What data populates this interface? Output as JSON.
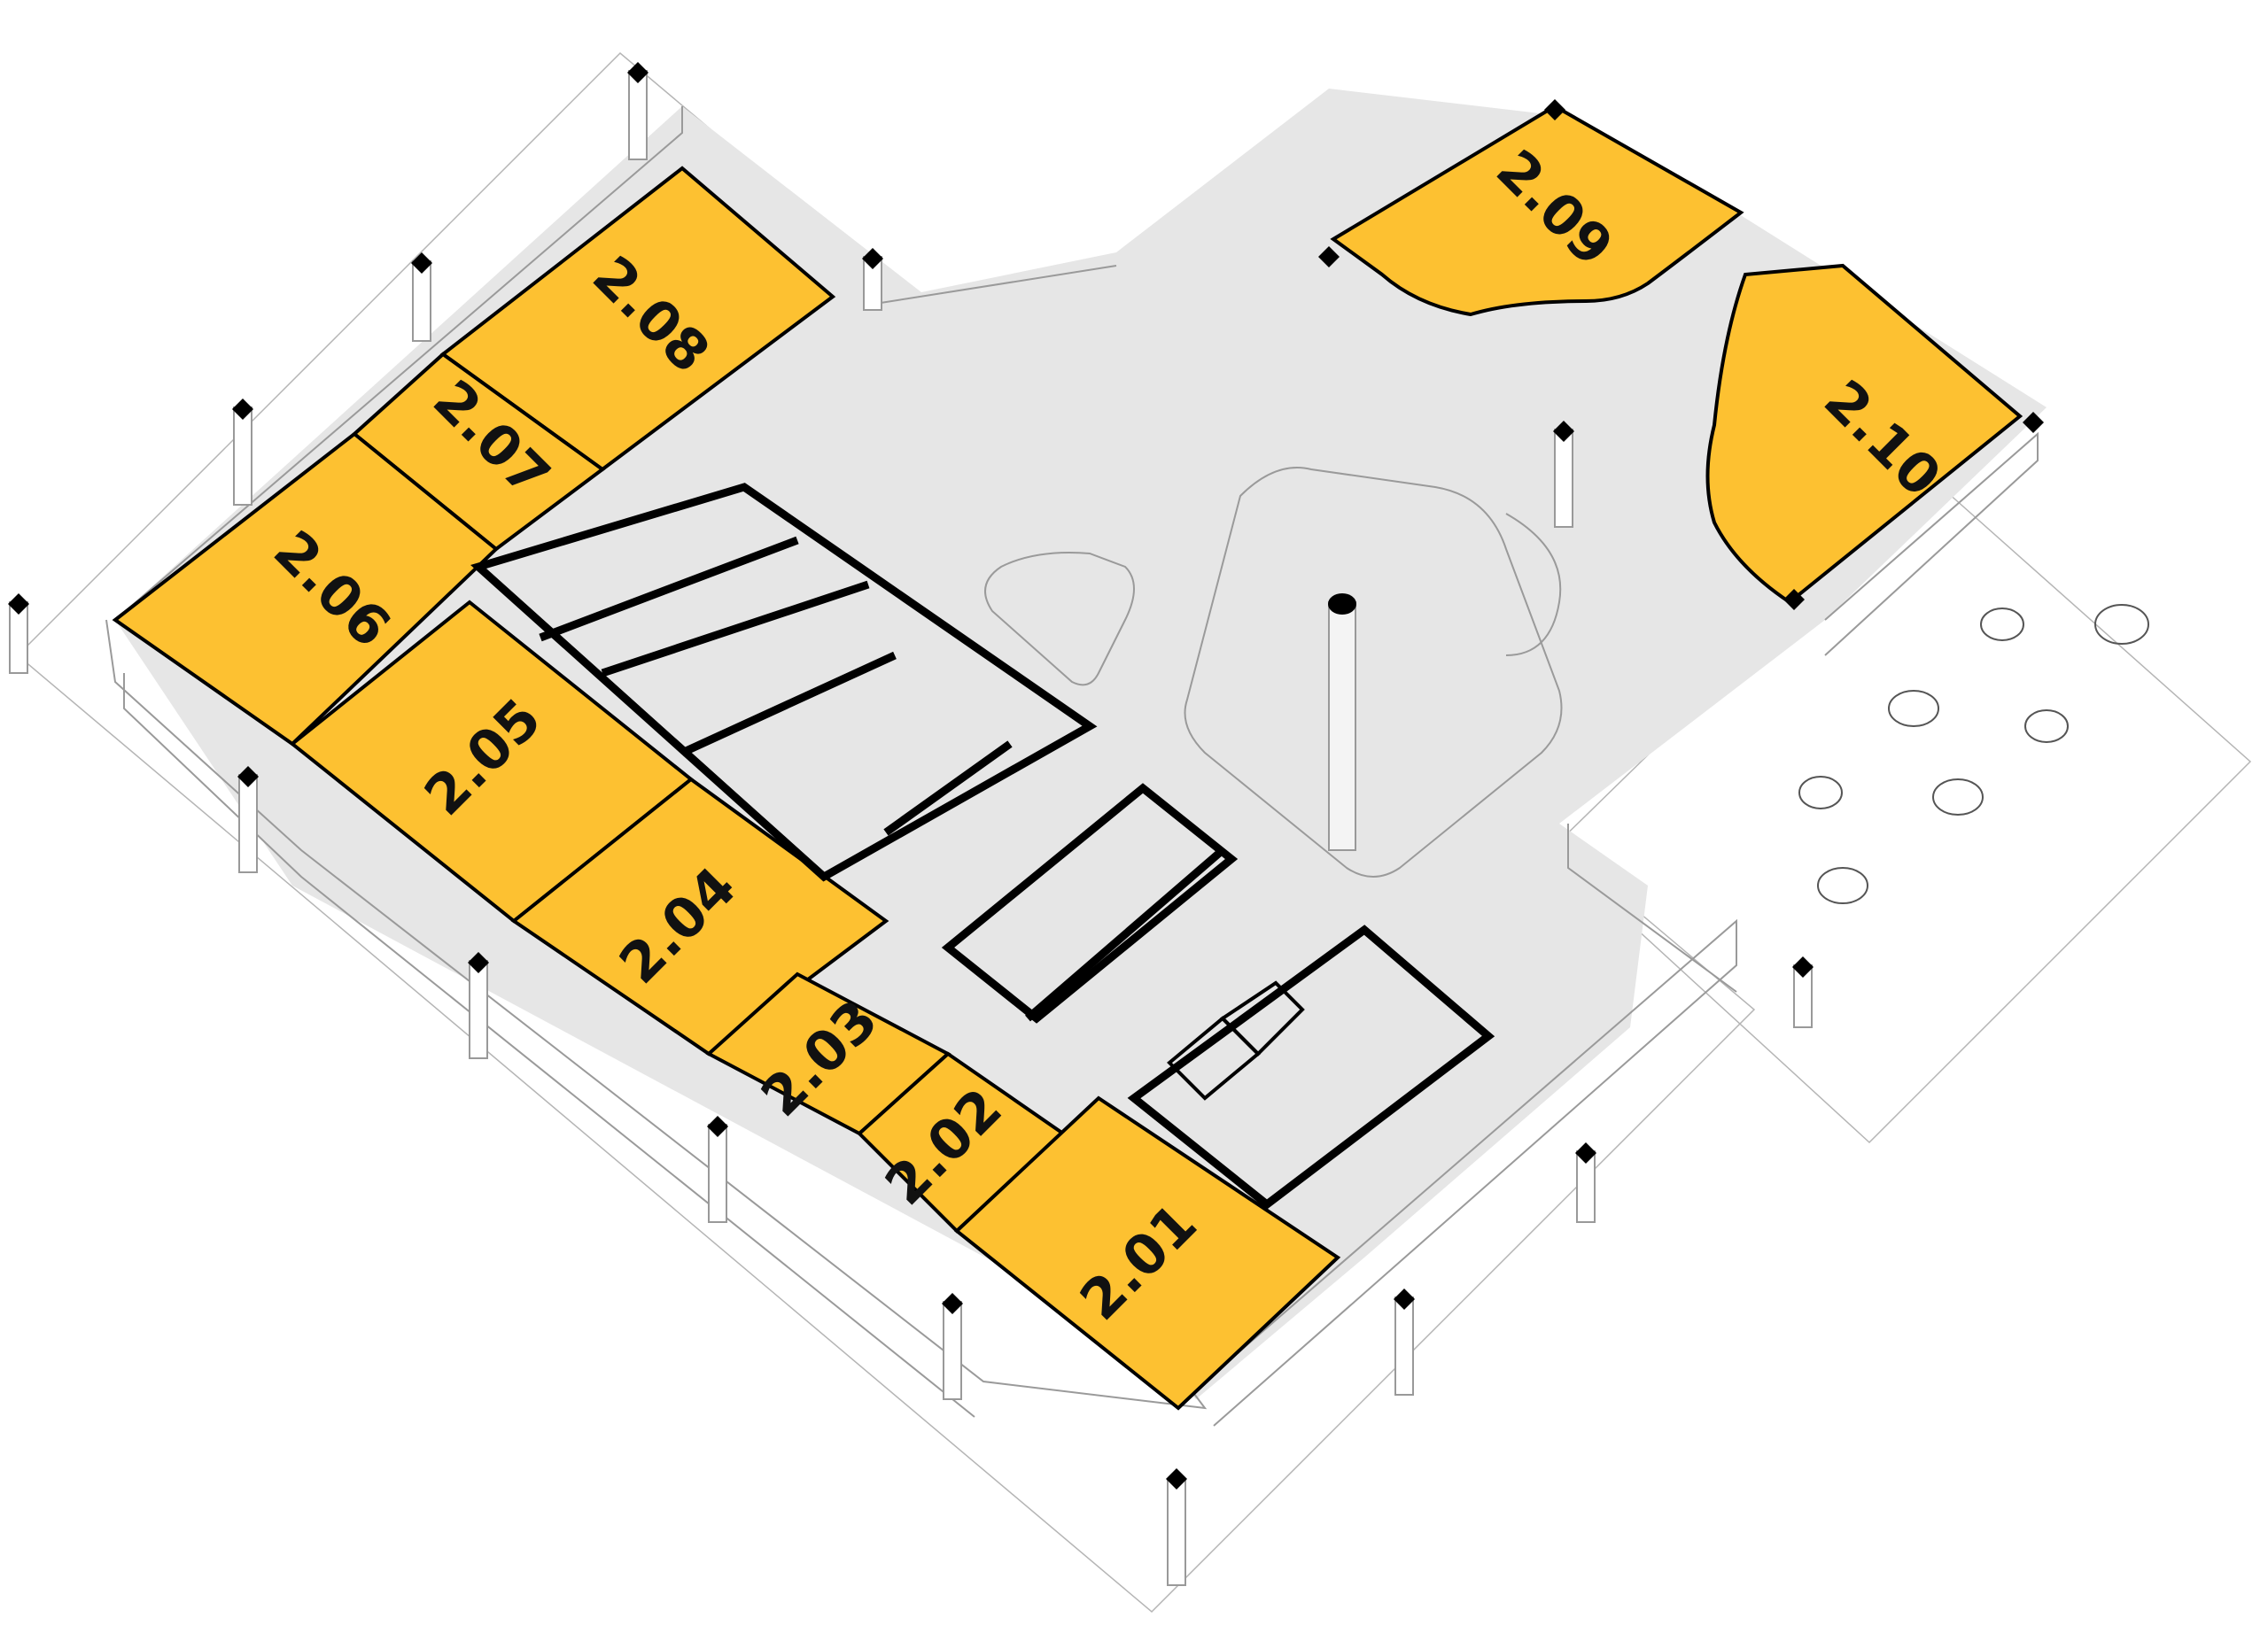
{
  "diagram": {
    "type": "isometric-floor-plan",
    "floor": "2",
    "colors": {
      "room_highlight": "#FDC131",
      "common_floor": "#E8E8E8",
      "walls": "#000000",
      "background": "#FFFFFF",
      "outline": "#9A9A9A"
    },
    "rooms": [
      {
        "id": "2.01",
        "label": "2.01"
      },
      {
        "id": "2.02",
        "label": "2.02"
      },
      {
        "id": "2.03",
        "label": "2.03"
      },
      {
        "id": "2.04",
        "label": "2.04"
      },
      {
        "id": "2.05",
        "label": "2.05"
      },
      {
        "id": "2.06",
        "label": "2.06"
      },
      {
        "id": "2.07",
        "label": "2.07"
      },
      {
        "id": "2.08",
        "label": "2.08"
      },
      {
        "id": "2.09",
        "label": "2.09"
      },
      {
        "id": "2.10",
        "label": "2.10"
      }
    ],
    "areas": {
      "common": "central atrium with lounge furniture, staircase and column",
      "cores": "service cores with stairs and elevators",
      "terrace": "outdoor terrace with round tables and chairs"
    }
  }
}
